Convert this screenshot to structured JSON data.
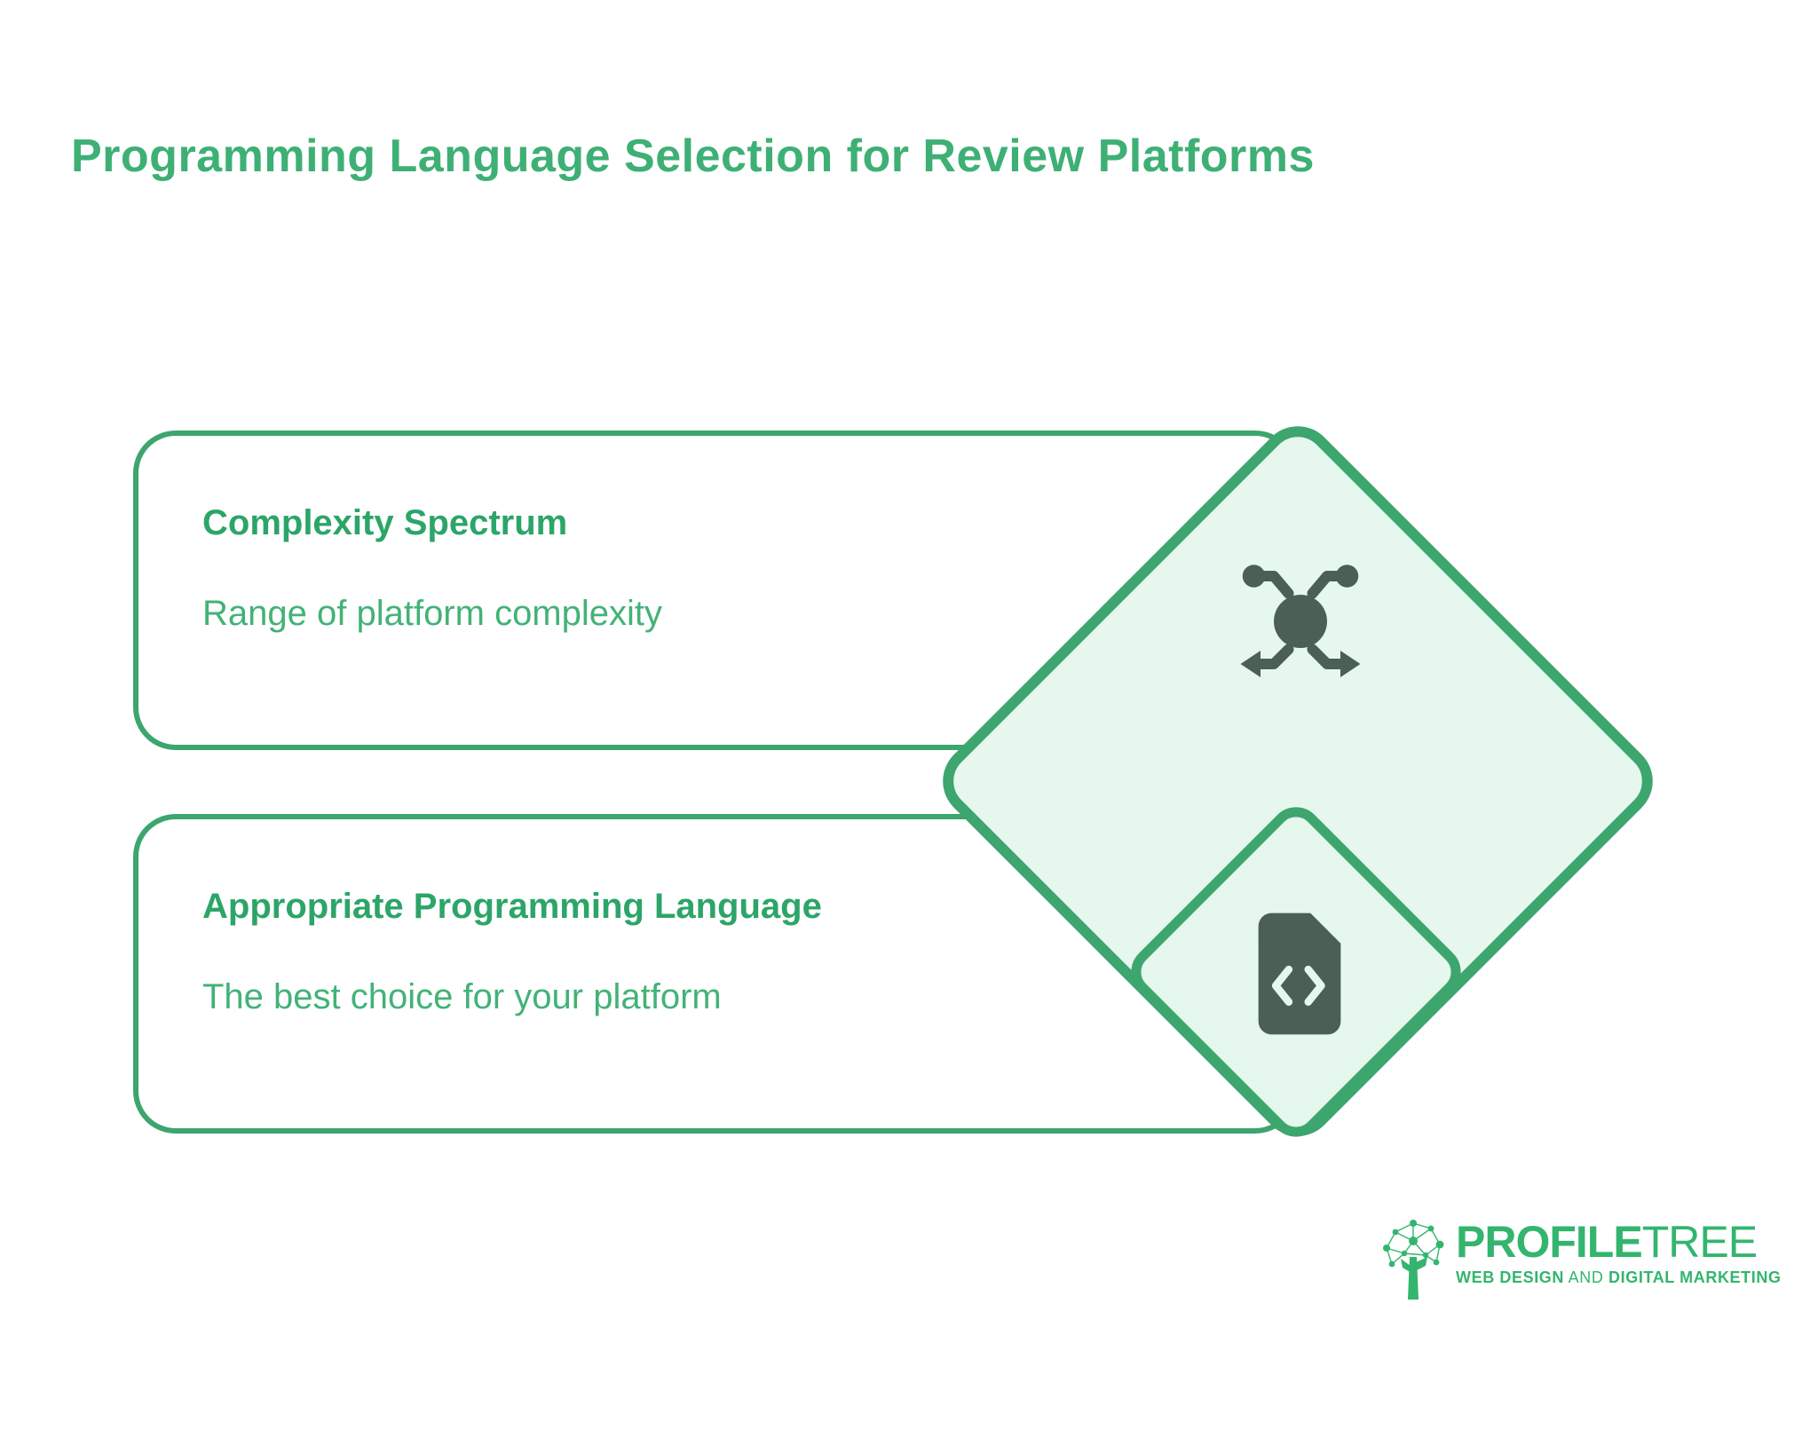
{
  "title": "Programming Language Selection for Review Platforms",
  "cards": [
    {
      "heading": "Complexity Spectrum",
      "description": "Range of platform complexity",
      "icon": "network-spread-icon"
    },
    {
      "heading": "Appropriate Programming Language",
      "description": "The best choice for your platform",
      "icon": "code-file-icon"
    }
  ],
  "logo": {
    "brand_bold": "PROFILE",
    "brand_light": "TREE",
    "tagline_web_design": "WEB DESIGN",
    "tagline_and": " AND ",
    "tagline_digital_marketing": "DIGITAL MARKETING"
  },
  "colors": {
    "title_green": "#3eb075",
    "heading_green": "#2ca568",
    "body_green": "#43b277",
    "border_green": "#3da56e",
    "diamond_fill": "#e6f7ee",
    "icon_dark": "#4c5f55",
    "logo_green": "#33b56e",
    "background": "#ffffff"
  }
}
